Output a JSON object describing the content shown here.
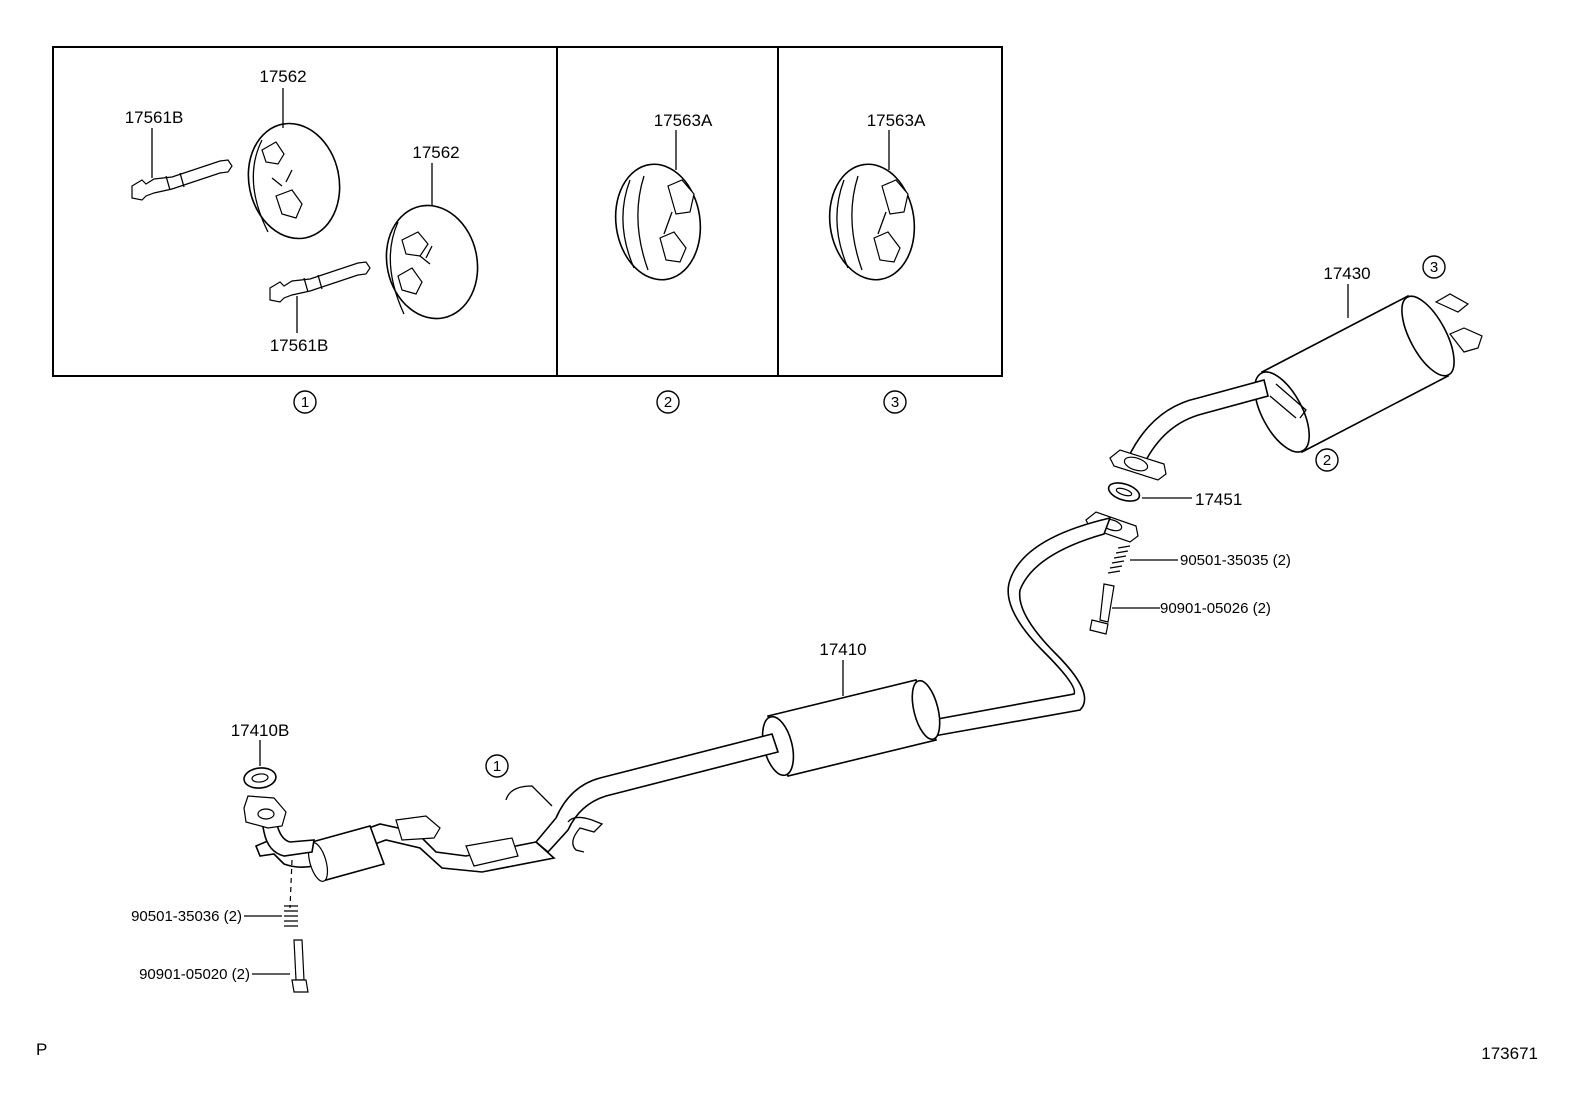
{
  "diagram": {
    "page_code": "P",
    "drawing_number": "173671",
    "inset": {
      "panel1": {
        "labels": {
          "hanger_top": "17562",
          "stud_top": "17561B",
          "hanger_bottom": "17562",
          "stud_bottom": "17561B"
        },
        "marker": "1"
      },
      "panel2": {
        "label": "17563A",
        "marker": "2"
      },
      "panel3": {
        "label": "17563A",
        "marker": "3"
      }
    },
    "parts": {
      "tailpipe": "17430",
      "tailpipe_marker_top": "3",
      "tailpipe_marker_bottom": "2",
      "gasket_center": "17451",
      "spring_center": "90501-35035 (2)",
      "bolt_center": "90901-05026 (2)",
      "center_pipe": "17410",
      "center_pipe_marker": "1",
      "gasket_front": "17410B",
      "spring_front": "90501-35036 (2)",
      "bolt_front": "90901-05020 (2)"
    }
  }
}
